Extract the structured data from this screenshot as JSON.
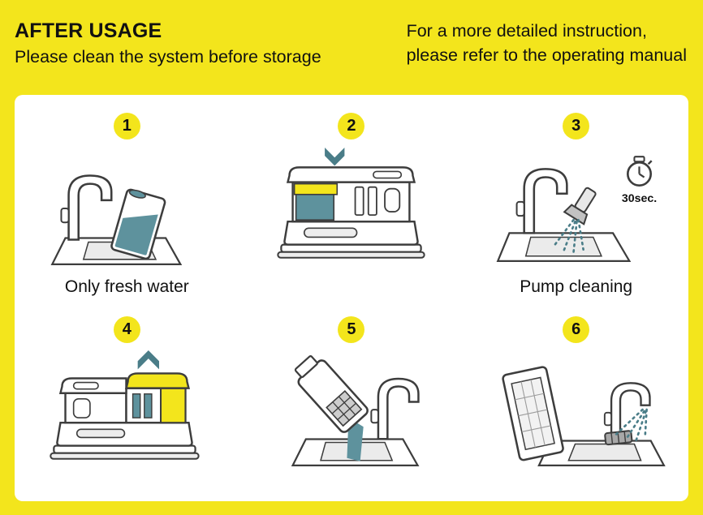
{
  "colors": {
    "background": "#F3E51C",
    "panel": "#FFFFFF",
    "accent_teal": "#4A7D88",
    "water_teal": "#5E929D",
    "line": "#3D3D3D"
  },
  "header": {
    "title": "AFTER USAGE",
    "subtitle": "Please clean the system before storage",
    "note": [
      "For a more detailed instruction,",
      "please refer to the operating manual"
    ]
  },
  "steps": [
    {
      "number": "1",
      "caption": "Only fresh water",
      "illustration": "fill-tank-with-fresh-water"
    },
    {
      "number": "2",
      "caption": "",
      "illustration": "close-lid-press-down"
    },
    {
      "number": "3",
      "caption": "Pump cleaning",
      "timer": "30sec.",
      "illustration": "spray-over-sink-30-seconds"
    },
    {
      "number": "4",
      "caption": "",
      "illustration": "lift-open-tank-lid"
    },
    {
      "number": "5",
      "caption": "",
      "illustration": "empty-tank-into-sink"
    },
    {
      "number": "6",
      "caption": "",
      "illustration": "rinse-parts-under-faucet"
    }
  ]
}
